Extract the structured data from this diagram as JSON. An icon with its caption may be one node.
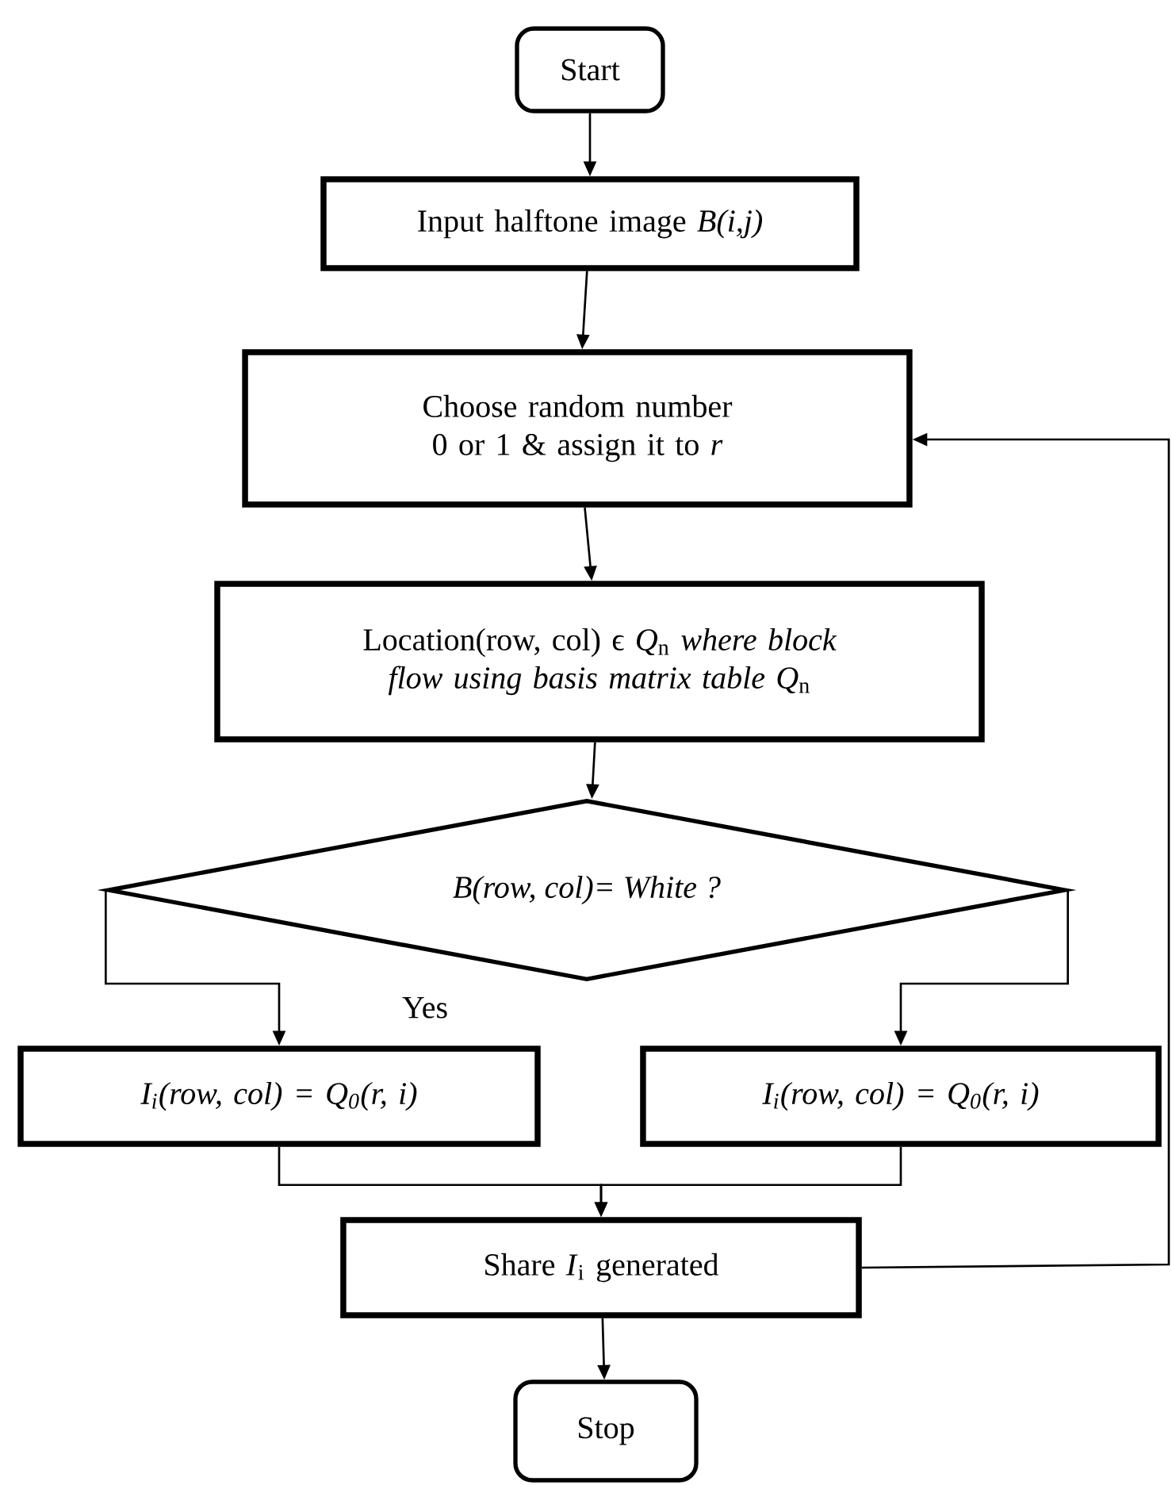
{
  "diagram": {
    "nodes": [
      {
        "text": [
          "Start"
        ]
      },
      {
        "text": [
          "Input halftone image *B(i,j)*"
        ]
      },
      {
        "text": [
          "Choose random number 0 or 1 & assign it to *r*"
        ]
      },
      {
        "text": [
          "Location(row, col) ϵ *Q*$_{n}$ *where block flow using basis matrix table Q*$_{n}$"
        ]
      },
      {
        "text": [
          "B(row, col)= White ?"
        ]
      },
      {
        "text": [
          "I$_{i}$(row, col) = Q$_{0}$(r, i)"
        ]
      },
      {
        "text": [
          "I$_{i}$(row, col) = Q$_{0}$(r, i)"
        ]
      },
      {
        "text": [
          "Share *I*$_{i}$ generated"
        ]
      },
      {
        "text": [
          "Stop"
        ]
      }
    ],
    "edges": [
      {
        "from": 0,
        "to": 1,
        "arrow": "to"
      },
      {
        "from": 1,
        "to": 2,
        "arrow": "to"
      },
      {
        "from": 2,
        "to": 3,
        "arrow": "to"
      },
      {
        "from": 3,
        "to": 4,
        "arrow": "to"
      },
      {
        "from": 4,
        "to": 5,
        "arrow": "to",
        "label": "Yes"
      },
      {
        "from": 4,
        "to": 6,
        "arrow": "to"
      },
      {
        "from": 5,
        "to": 7,
        "arrow": "to"
      },
      {
        "from": 6,
        "to": 7,
        "arrow": "to"
      },
      {
        "from": 7,
        "to": 2,
        "arrow": "to"
      },
      {
        "from": 7,
        "to": 8,
        "arrow": "to"
      }
    ]
  }
}
